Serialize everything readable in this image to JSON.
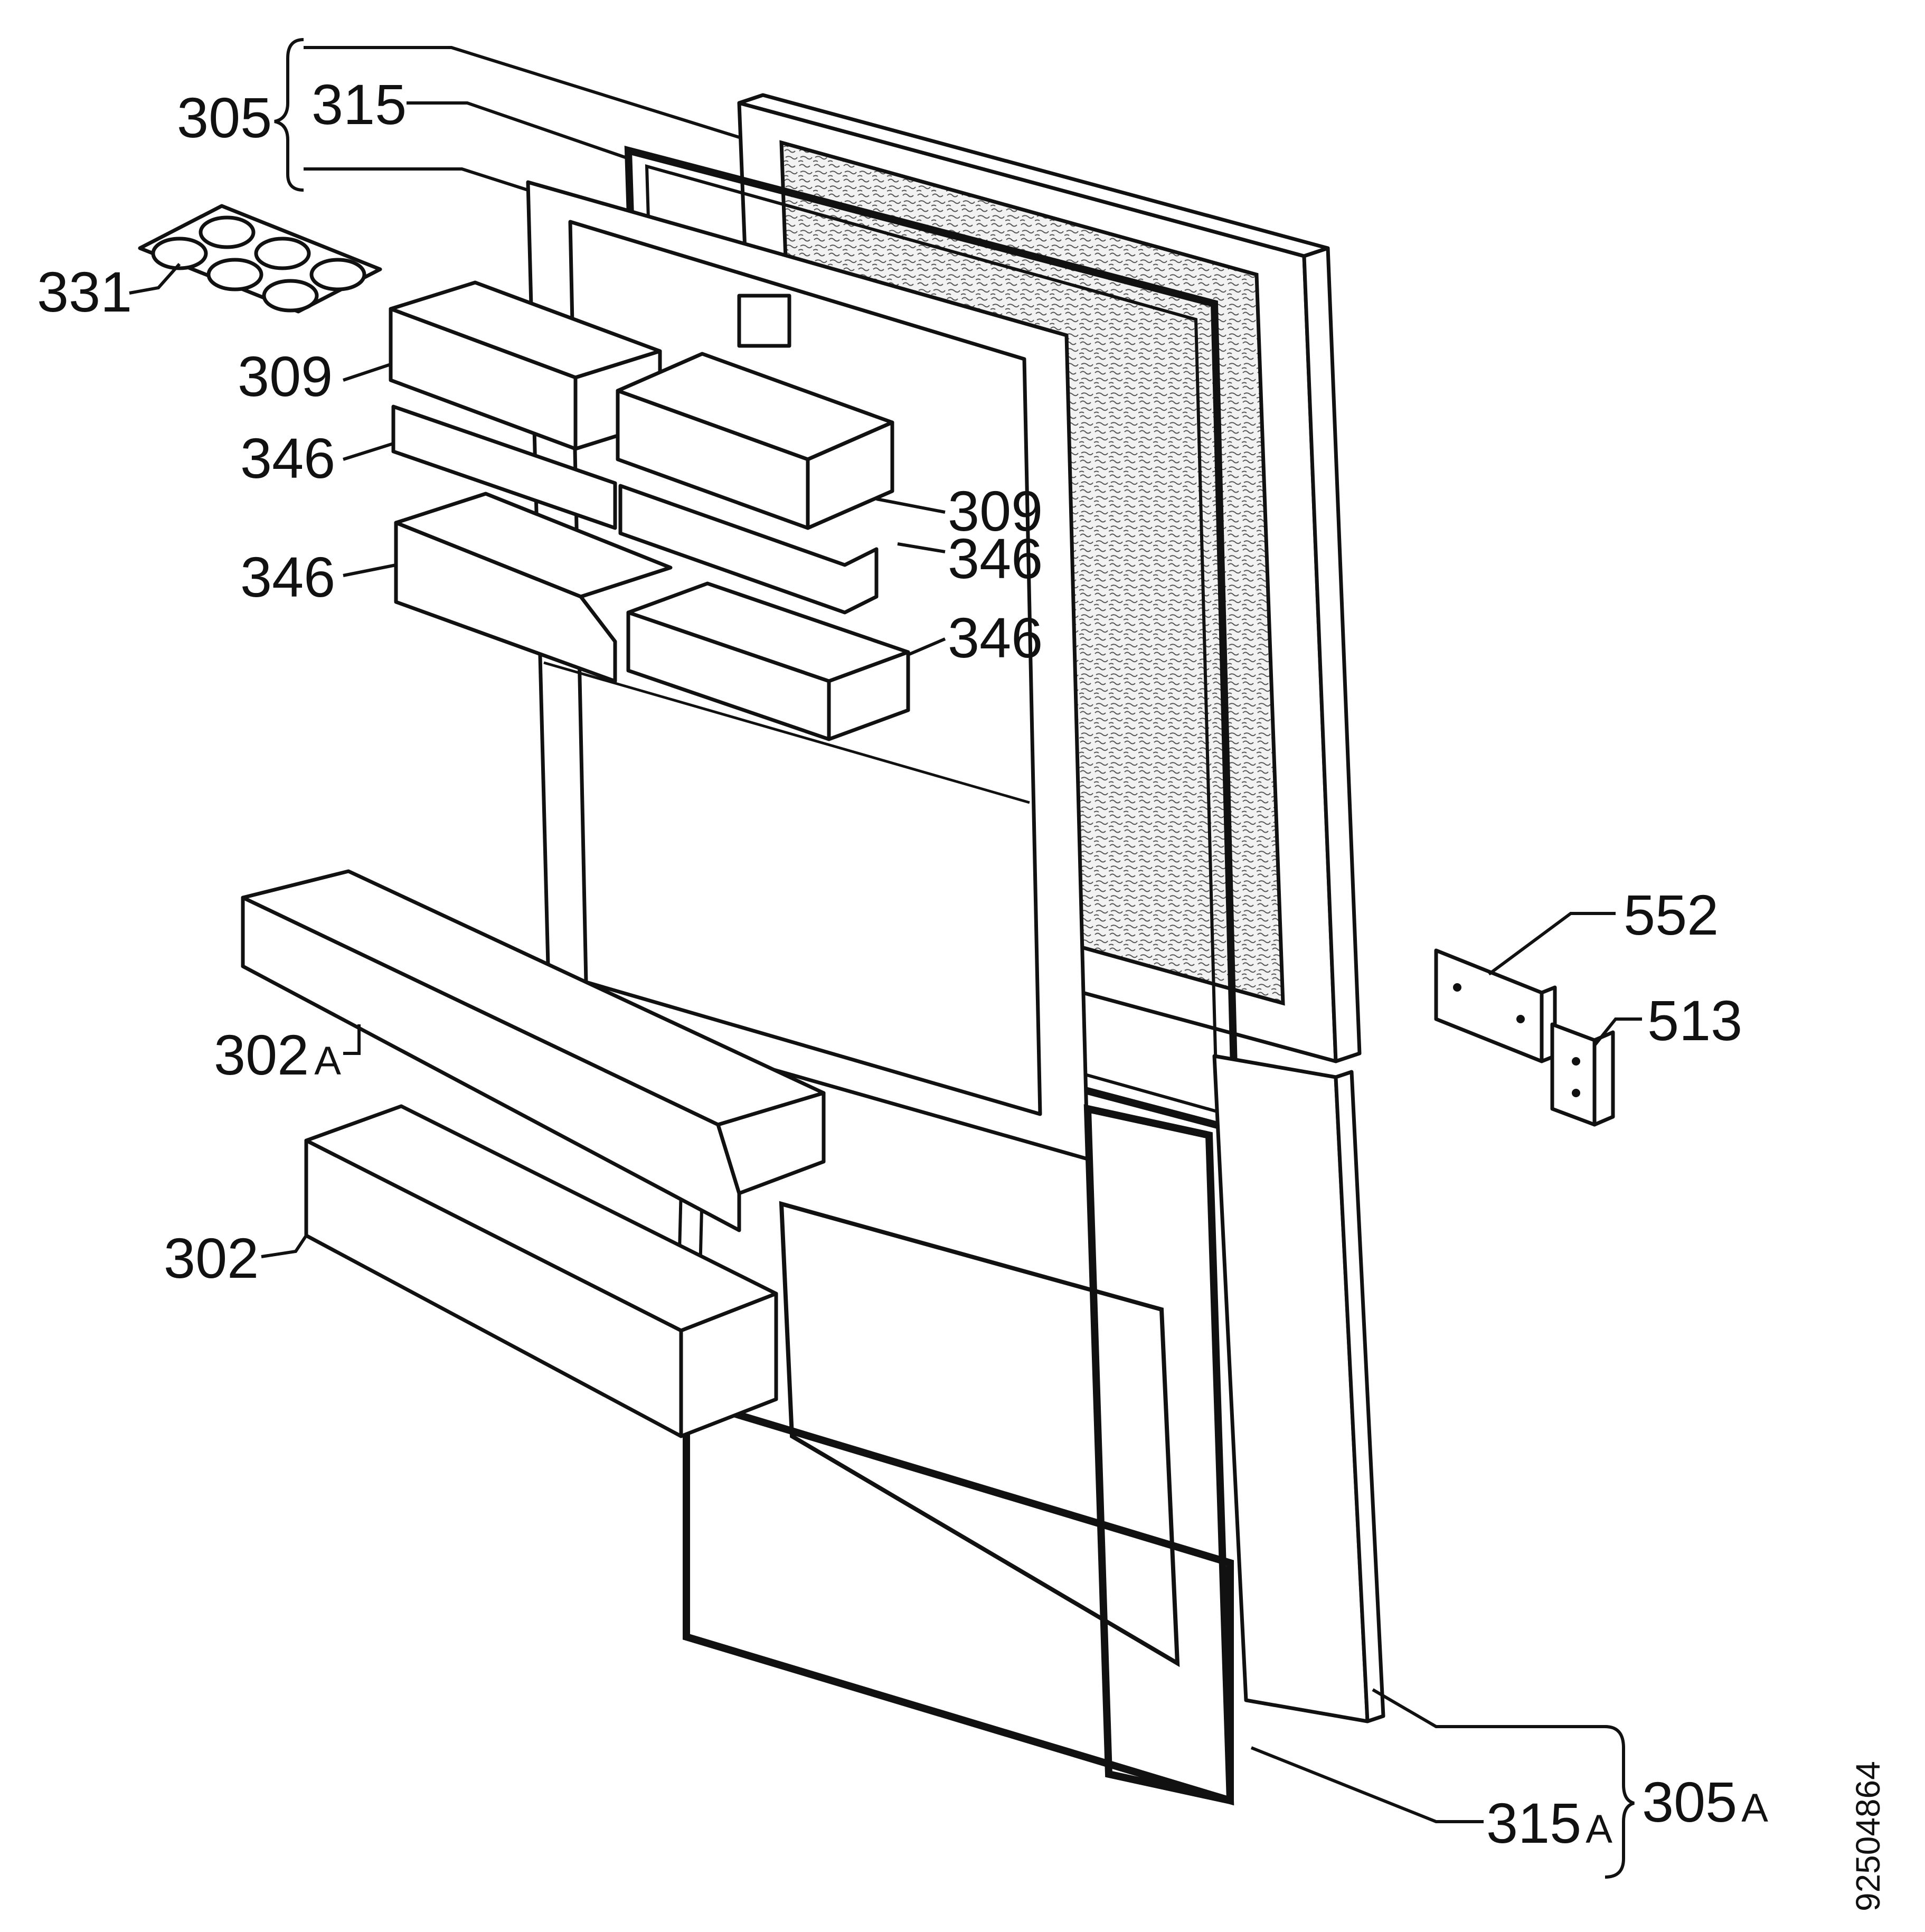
{
  "diagram": {
    "labels": {
      "door_upper_assembly": "305",
      "gasket_upper": "315",
      "egg_tray": "331",
      "butter_box_left": "309",
      "butter_box_right": "309",
      "box_shelf_left": "346",
      "box_shelf_right": "346",
      "door_tray_left": "346",
      "door_tray_right": "346",
      "bottle_shelf_upper": "302",
      "bottle_shelf_upper_suffix": "A",
      "bottle_shelf_lower": "302",
      "hinge_plate": "552",
      "hinge_bracket": "513",
      "door_lower_assembly": "305",
      "door_lower_assembly_suffix": "A",
      "gasket_lower": "315",
      "gasket_lower_suffix": "A"
    },
    "drawing_number": "92504864"
  }
}
